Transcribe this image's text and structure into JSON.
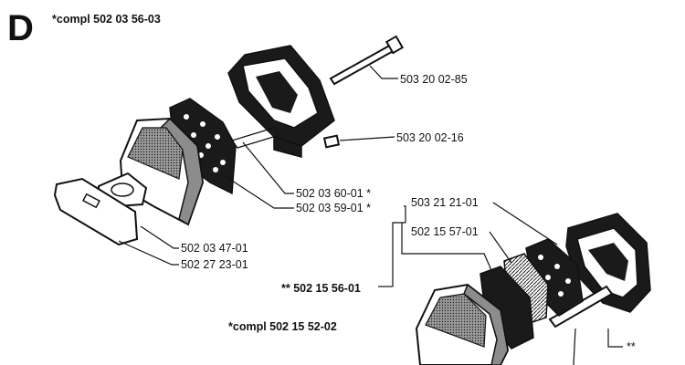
{
  "section": {
    "letter": "D",
    "top_assembly": "*compl 502 03 56-03",
    "bottom_assembly": "*compl 502 15 52-02"
  },
  "parts": {
    "bolt": "503 20 02-85",
    "nut": "503 20 02-16",
    "gasket_a": "502 03 60-01 *",
    "gasket_b": "502 03 59-01 *",
    "plate_a": "502 03 47-01",
    "plate_b": "502 27 23-01",
    "part_c": "503 21 21-01",
    "part_d": "502 15 57-01",
    "set_kit": "** 502 15 56-01",
    "marker": "**"
  },
  "colors": {
    "ink": "#111111",
    "paper": "#ffffff",
    "shade": "#8c8c8c"
  }
}
